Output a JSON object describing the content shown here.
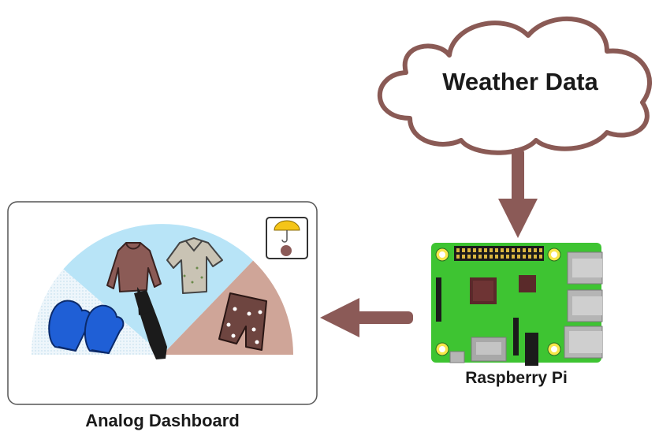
{
  "diagram": {
    "cloud_label": "Weather Data",
    "pi_label": "Raspberry Pi",
    "dashboard_label": "Analog Dashboard"
  },
  "colors": {
    "arrow": "#8b5a57",
    "cloud_stroke": "#8a5a55",
    "board_green": "#3ec432",
    "zone_cold": "#eef6fb",
    "zone_mild": "#b8e4f7",
    "zone_warm": "#cfa598",
    "needle": "#1b1b1b",
    "mitten_blue": "#1f5fd6",
    "umbrella_yellow": "#f5c518"
  },
  "icons": [
    "cloud-icon",
    "raspberry-pi-board",
    "mittens-icon",
    "sweater-icon",
    "shirt-icon",
    "shorts-icon",
    "umbrella-icon",
    "gauge-needle"
  ]
}
